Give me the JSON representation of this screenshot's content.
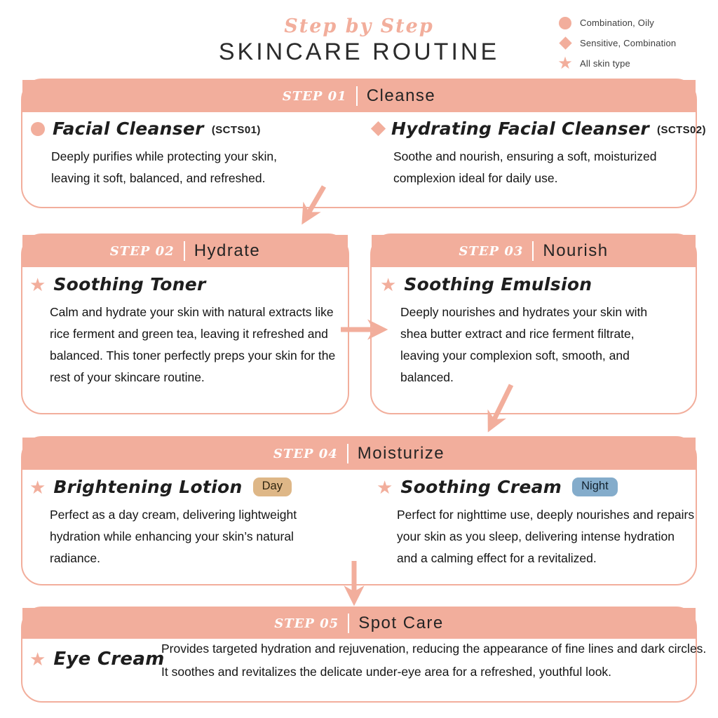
{
  "header": {
    "subtitle": "Step by Step",
    "title": "SKINCARE ROUTINE"
  },
  "legend": {
    "items": [
      {
        "icon": "circle-icon",
        "label": "Combination, Oily"
      },
      {
        "icon": "diamond-icon",
        "label": "Sensitive, Combination"
      },
      {
        "icon": "star-icon",
        "label": "All skin type"
      }
    ]
  },
  "icons": {
    "star": "★"
  },
  "colors": {
    "accent": "#F2AE9C",
    "day_badge": "#DEB787",
    "night_badge": "#84ACCB",
    "text": "#1c1c1c",
    "header_text": "#ffffff"
  },
  "steps": [
    {
      "step_label": "STEP 01",
      "name": "Cleanse",
      "products": [
        {
          "icon": "circle-icon",
          "title": "Facial Cleanser",
          "code": "(SCTS01)",
          "description": "Deeply purifies while protecting your skin, leaving it soft, balanced, and refreshed."
        },
        {
          "icon": "diamond-icon",
          "title": "Hydrating Facial Cleanser",
          "code": "(SCTS02)",
          "description": "Soothe and nourish, ensuring a soft, moisturized complexion ideal for daily use."
        }
      ]
    },
    {
      "step_label": "STEP 02",
      "name": "Hydrate",
      "products": [
        {
          "icon": "star-icon",
          "title": "Soothing Toner",
          "description": "Calm and hydrate your skin with natural extracts like rice ferment and green tea, leaving it refreshed and balanced. This toner perfectly preps your skin for the rest of your skincare routine."
        }
      ]
    },
    {
      "step_label": "STEP 03",
      "name": "Nourish",
      "products": [
        {
          "icon": "star-icon",
          "title": "Soothing Emulsion",
          "description": "Deeply nourishes and hydrates your skin with shea butter extract and rice ferment filtrate, leaving your complexion soft, smooth, and balanced."
        }
      ]
    },
    {
      "step_label": "STEP 04",
      "name": "Moisturize",
      "products": [
        {
          "icon": "star-icon",
          "title": "Brightening Lotion",
          "badge": {
            "label": "Day",
            "color_key": "day_badge"
          },
          "description": "Perfect as a day cream, delivering lightweight hydration while enhancing your skin’s natural radiance."
        },
        {
          "icon": "star-icon",
          "title": "Soothing Cream",
          "badge": {
            "label": "Night",
            "color_key": "night_badge"
          },
          "description": "Perfect for nighttime use, deeply nourishes and repairs your skin as you sleep, delivering intense hydration and a calming effect for a revitalized."
        }
      ]
    },
    {
      "step_label": "STEP 05",
      "name": "Spot Care",
      "products": [
        {
          "icon": "star-icon",
          "title": "Eye Cream",
          "description": "Provides targeted hydration and rejuvenation, reducing the appearance of fine lines and dark circles. It soothes and revitalizes the delicate under-eye area for a refreshed, youthful look."
        }
      ]
    }
  ]
}
